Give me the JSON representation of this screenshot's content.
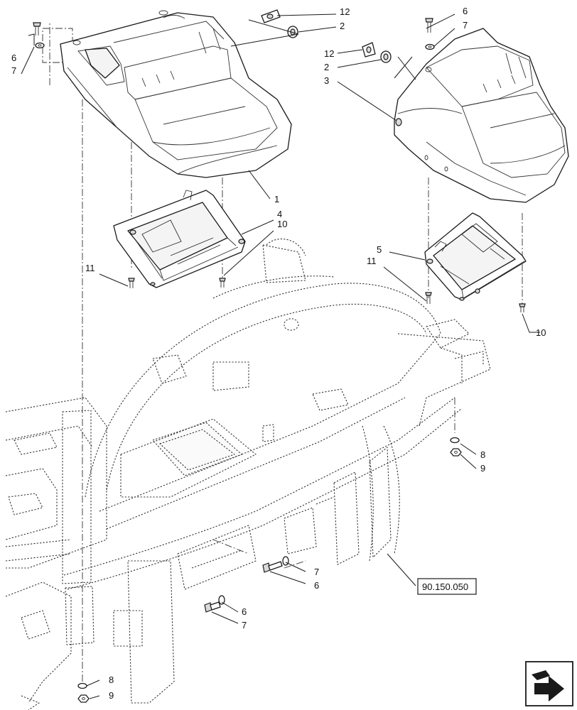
{
  "callouts": [
    "1",
    "2",
    "2",
    "3",
    "4",
    "5",
    "6",
    "6",
    "6",
    "6",
    "7",
    "7",
    "7",
    "7",
    "8",
    "8",
    "9",
    "9",
    "10",
    "10",
    "11",
    "11",
    "12",
    "12"
  ],
  "reference": "90.150.050",
  "nav_icon": "next-page-arrow-icon"
}
